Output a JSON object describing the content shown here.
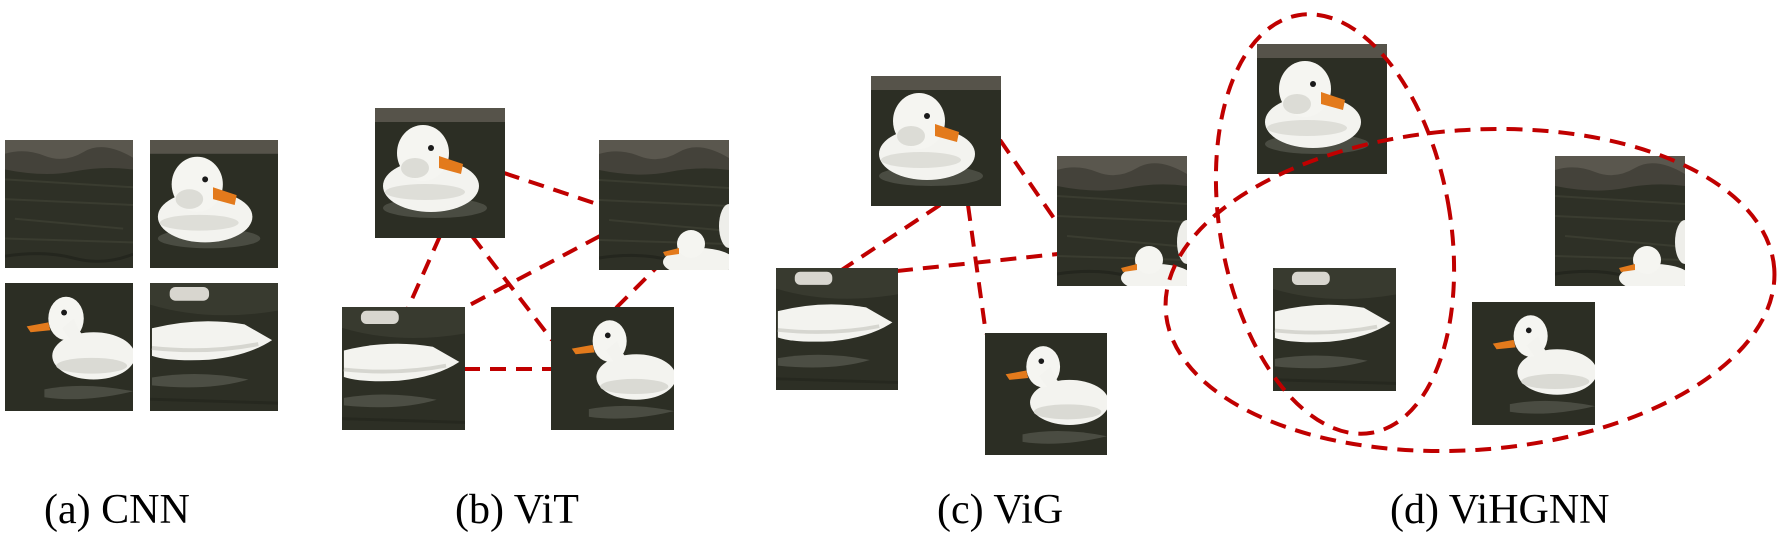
{
  "colors": {
    "edge": "#c00000",
    "water": "#2d2f24",
    "water_light": "#3d3f31",
    "bank": "#55524a",
    "duck": "#f2f2ee",
    "duck_shade": "#d2d2cc",
    "beak": "#e07418"
  },
  "icons": {
    "patch": "duck-image-patch",
    "edge": "dashed-red-edge",
    "hyperedge": "dashed-red-ellipse"
  },
  "captions": {
    "a": "(a) CNN",
    "b": "(b) ViT",
    "c": "(c) ViG",
    "d": "(d) ViHGNN"
  }
}
